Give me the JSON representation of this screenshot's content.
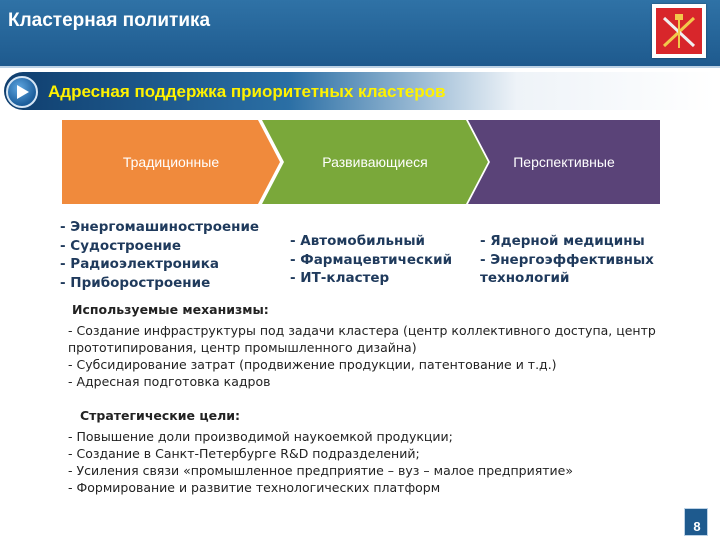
{
  "header": {
    "title": "Кластерная политика"
  },
  "subtitle": "Адресная поддержка приоритетных кластеров",
  "colors": {
    "header": "#1e5a8e",
    "orange": "#f08a3c",
    "green": "#7aa83a",
    "purple": "#5a4378",
    "subtitle": "#fff200"
  },
  "categories": [
    {
      "label": "Традиционные",
      "items": [
        "- Энергомашиностроение",
        "- Судостроение",
        "- Радиоэлектроника",
        "- Приборостроение"
      ]
    },
    {
      "label": "Развивающиеся",
      "items": [
        "- Автомобильный",
        "- Фармацевтический",
        "- ИТ-кластер"
      ]
    },
    {
      "label": "Перспективные",
      "items": [
        "- Ядерной медицины",
        "- Энергоэффективных",
        "технологий"
      ]
    }
  ],
  "mechanisms": {
    "title": "Используемые механизмы:",
    "lines": [
      "- Создание инфраструктуры под задачи кластера  (центр коллективного доступа, центр",
      "прототипирования, центр промышленного дизайна)",
      "- Субсидирование затрат (продвижение продукции, патентование и т.д.)",
      "- Адресная подготовка кадров"
    ]
  },
  "goals": {
    "title": "Стратегические  цели:",
    "lines": [
      "- Повышение доли производимой наукоемкой продукции;",
      "- Создание в Санкт-Петербурге R&D подразделений;",
      "- Усиления связи «промышленное предприятие – вуз – малое предприятие»",
      "- Формирование и развитие технологических платформ"
    ]
  },
  "page_number": "8"
}
